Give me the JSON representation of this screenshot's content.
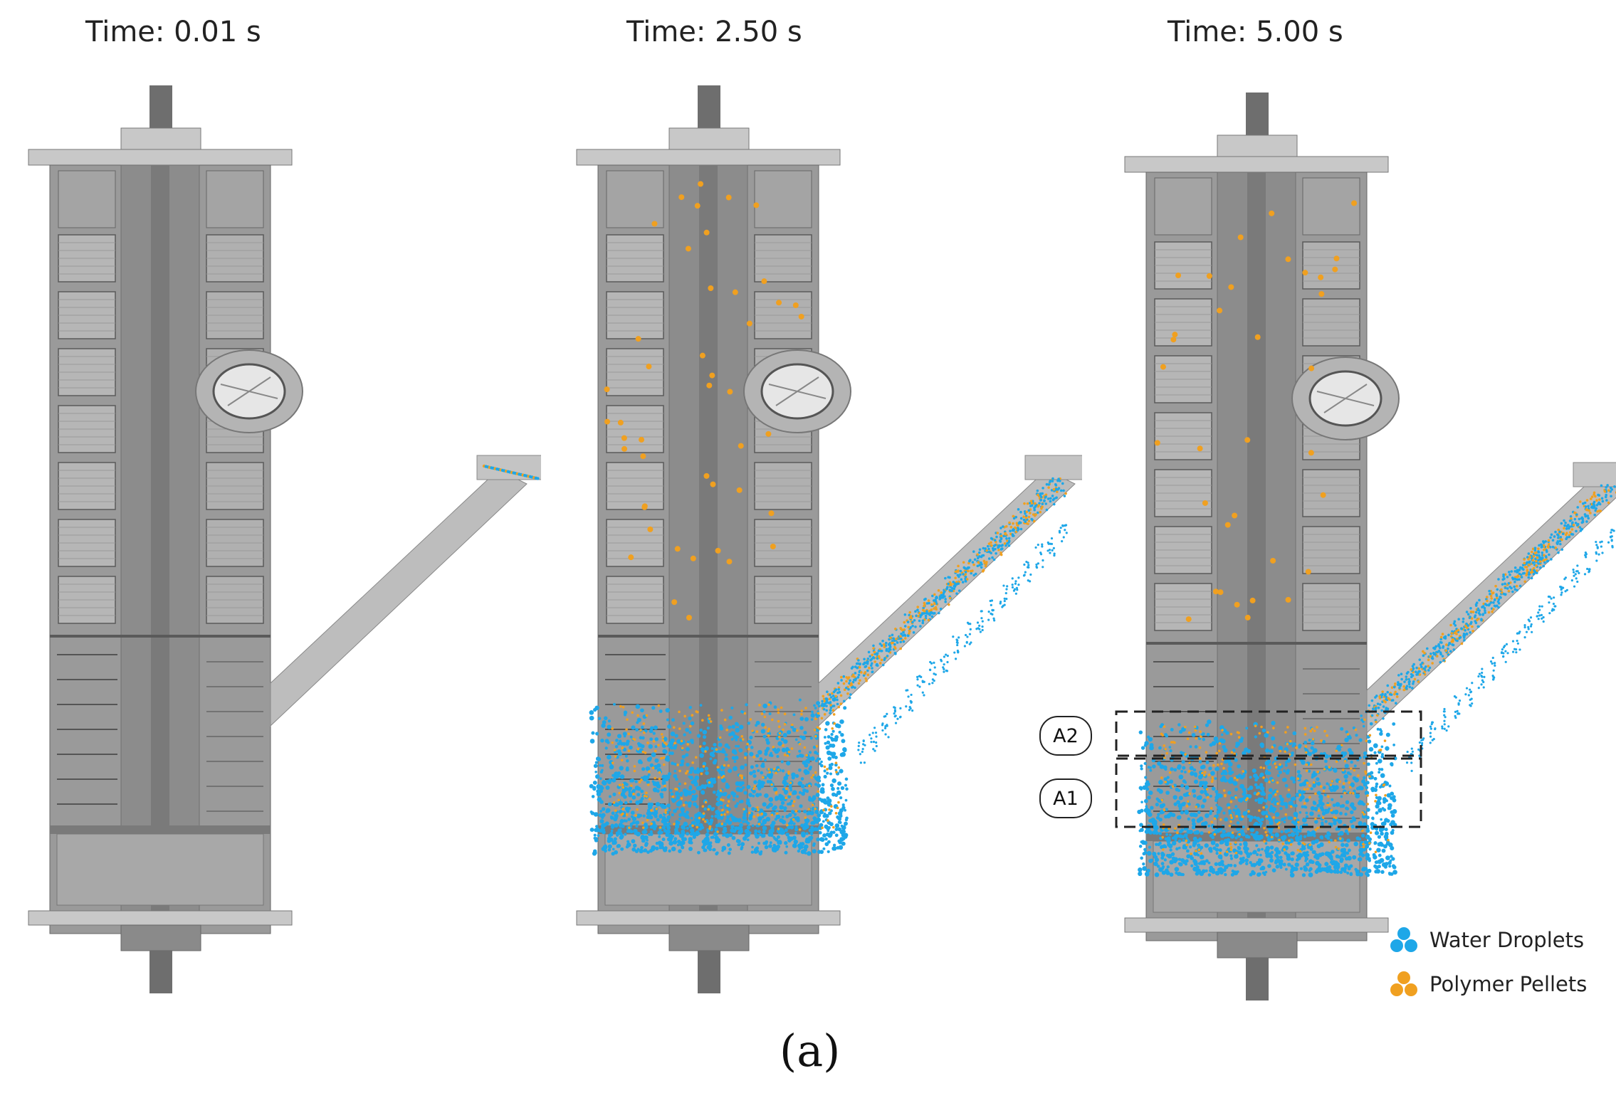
{
  "panels": [
    {
      "time_label": "Time: 0.01 s",
      "stage": "initial"
    },
    {
      "time_label": "Time: 2.50 s",
      "stage": "mid"
    },
    {
      "time_label": "Time: 5.00 s",
      "stage": "final"
    }
  ],
  "zones": [
    {
      "label": "A2"
    },
    {
      "label": "A1"
    }
  ],
  "legend": [
    {
      "label": "Water Droplets",
      "color": "#1ea7e8",
      "icon": "water-droplets-icon"
    },
    {
      "label": "Polymer Pellets",
      "color": "#f0a020",
      "icon": "polymer-pellets-icon"
    }
  ],
  "caption": "(a)",
  "colors": {
    "steel": "#9a9a9a",
    "steel_dark": "#6e6e6e",
    "steel_light": "#c8c8c8",
    "water": "#1ea7e8",
    "pellet": "#f0a020"
  }
}
